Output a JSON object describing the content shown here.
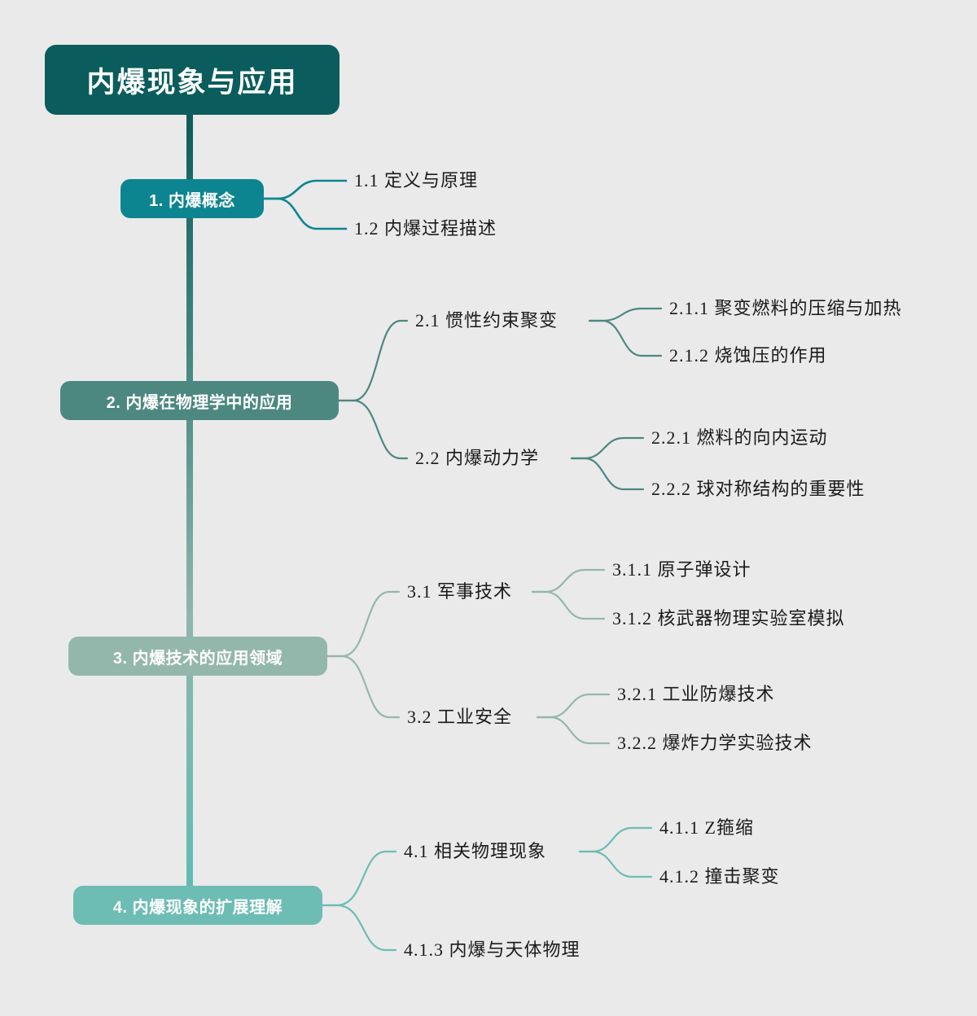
{
  "background_color": "#eaeaea",
  "root": {
    "label": "内爆现象与应用",
    "color": "#0b5c5c"
  },
  "branches": [
    {
      "label": "1. 内爆概念",
      "color": "#0d8590",
      "children": [
        {
          "label": "1.1  定义与原理",
          "children": []
        },
        {
          "label": "1.2  内爆过程描述",
          "children": []
        }
      ]
    },
    {
      "label": "2. 内爆在物理学中的应用",
      "color": "#4d8880",
      "children": [
        {
          "label": "2.1  惯性约束聚变",
          "children": [
            {
              "label": "2.1.1  聚变燃料的压缩与加热"
            },
            {
              "label": "2.1.2  烧蚀压的作用"
            }
          ]
        },
        {
          "label": "2.2  内爆动力学",
          "children": [
            {
              "label": "2.2.1  燃料的向内运动"
            },
            {
              "label": "2.2.2  球对称结构的重要性"
            }
          ]
        }
      ]
    },
    {
      "label": "3. 内爆技术的应用领域",
      "color": "#94b7ab",
      "children": [
        {
          "label": "3.1  军事技术",
          "children": [
            {
              "label": "3.1.1  原子弹设计"
            },
            {
              "label": "3.1.2  核武器物理实验室模拟"
            }
          ]
        },
        {
          "label": "3.2  工业安全",
          "children": [
            {
              "label": "3.2.1  工业防爆技术"
            },
            {
              "label": "3.2.2  爆炸力学实验技术"
            }
          ]
        }
      ]
    },
    {
      "label": "4. 内爆现象的扩展理解",
      "color": "#6dbdb4",
      "children": [
        {
          "label": "4.1  相关物理现象",
          "children": [
            {
              "label": "4.1.1  Z箍缩"
            },
            {
              "label": "4.1.2  撞击聚变"
            }
          ]
        },
        {
          "label": "4.1.3  内爆与天体物理",
          "children": []
        }
      ]
    }
  ],
  "trunk": {
    "gradient_stops": [
      "#0b5c5c",
      "#3f8a82",
      "#8fb6ac",
      "#5cbdb4"
    ]
  }
}
